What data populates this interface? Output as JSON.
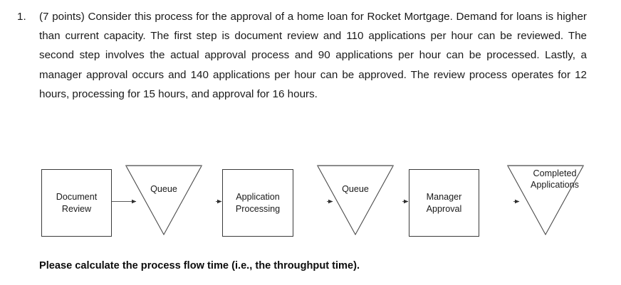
{
  "question": {
    "number": "1.",
    "text": "(7 points) Consider this process for the approval of a home loan for Rocket Mortgage. Demand for loans is higher than current capacity. The first step is document review and 110 applications per hour can be reviewed. The second step involves the actual approval process and 90 applications per hour can be processed. Lastly, a manager approval occurs and 140 applications per hour can be approved. The review process operates for 12 hours, processing for 15 hours, and approval for 16 hours."
  },
  "diagram": {
    "nodes": [
      {
        "id": "document-review",
        "type": "process",
        "label": "Document\nReview"
      },
      {
        "id": "queue-1",
        "type": "queue",
        "label": "Queue"
      },
      {
        "id": "application-processing",
        "type": "process",
        "label": "Application\nProcessing"
      },
      {
        "id": "queue-2",
        "type": "queue",
        "label": "Queue"
      },
      {
        "id": "manager-approval",
        "type": "process",
        "label": "Manager\nApproval"
      },
      {
        "id": "completed-applications",
        "type": "queue",
        "label": "Completed\nApplications"
      }
    ],
    "colors": {
      "box_border": "#3b3b3b",
      "triangle_stroke": "#4a4a4a",
      "triangle_top_edge": "#8c8c8c",
      "arrow": "#4a4a4a",
      "text": "#1a1a1a"
    }
  },
  "closing": {
    "text": "Please calculate the process flow time (i.e., the throughput time)."
  }
}
